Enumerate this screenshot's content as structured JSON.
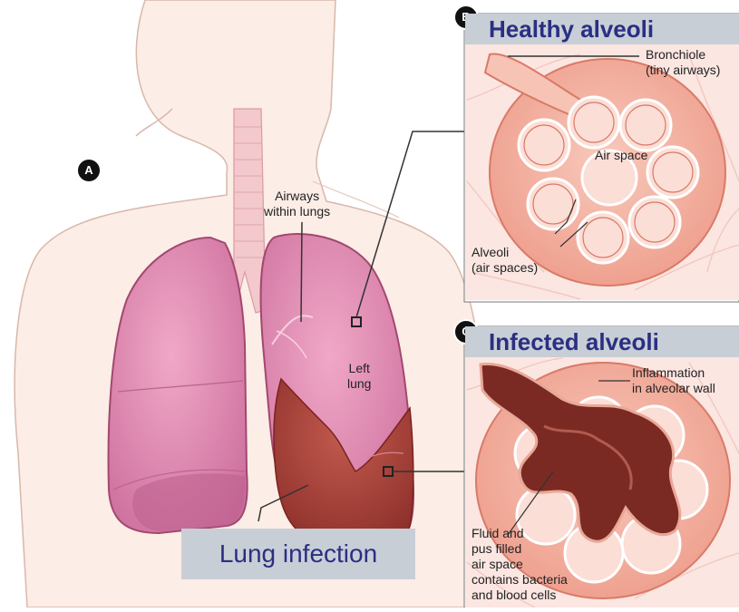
{
  "badges": {
    "a": "A",
    "b": "B",
    "c": "C"
  },
  "panel_b": {
    "title": "Healthy alveoli",
    "bronchiole_line1": "Bronchiole",
    "bronchiole_line2": "(tiny airways)",
    "air_space": "Air space",
    "alveoli_line1": "Alveoli",
    "alveoli_line2": "(air spaces)"
  },
  "panel_c": {
    "title": "Infected alveoli",
    "inflammation_line1": "Inflammation",
    "inflammation_line2": "in alveolar wall",
    "fluid_line1": "Fluid and",
    "fluid_line2": "pus filled",
    "fluid_line3": "air space",
    "fluid_line4": "contains bacteria",
    "fluid_line5": "and blood cells"
  },
  "main": {
    "airways_line1": "Airways",
    "airways_line2": "within lungs",
    "left_lung_line1": "Left",
    "left_lung_line2": "lung",
    "caption": "Lung infection"
  },
  "colors": {
    "title_bar": "#c8ced6",
    "title_text": "#2a2f82",
    "healthy_lung": "#d782a8",
    "infected_lung": "#a8423a",
    "alveoli_pink": "#f3b3a6",
    "skin": "#fbece4"
  }
}
